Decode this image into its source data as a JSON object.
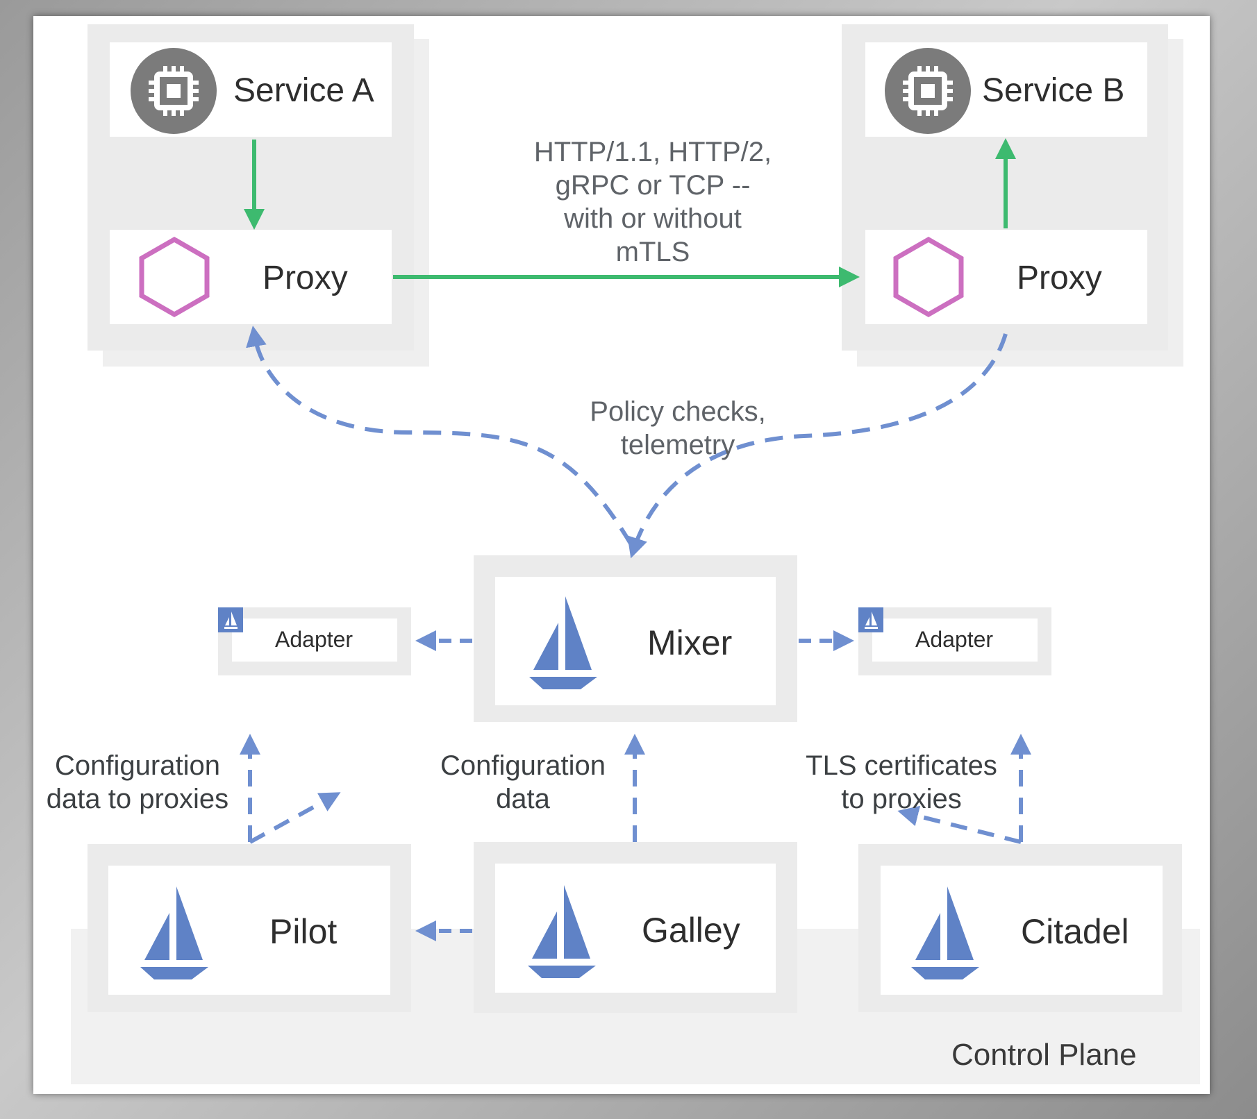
{
  "services": {
    "service_a": "Service A",
    "service_b": "Service B",
    "proxy_a": "Proxy",
    "proxy_b": "Proxy"
  },
  "protocol_note": "HTTP/1.1, HTTP/2,\ngRPC or TCP --\nwith or without\nmTLS",
  "policy_note": "Policy checks,\ntelemetry",
  "mixer": {
    "label": "Mixer"
  },
  "adapters": {
    "left": "Adapter",
    "right": "Adapter"
  },
  "notes": {
    "config_proxies": "Configuration\ndata to proxies",
    "config_data": "Configuration\ndata",
    "tls": "TLS certificates\nto proxies"
  },
  "control_plane": {
    "title": "Control Plane",
    "pilot": "Pilot",
    "galley": "Galley",
    "citadel": "Citadel"
  },
  "colors": {
    "green_arrow": "#3dba6f",
    "blue_dashed": "#6f8fd0",
    "hexagon": "#cc6fc0",
    "sail": "#5f82c6",
    "chip_circle": "#7b7b7b"
  },
  "icons": {
    "service": "chip-icon",
    "proxy": "hexagon-icon",
    "control": "sailboat-icon"
  }
}
